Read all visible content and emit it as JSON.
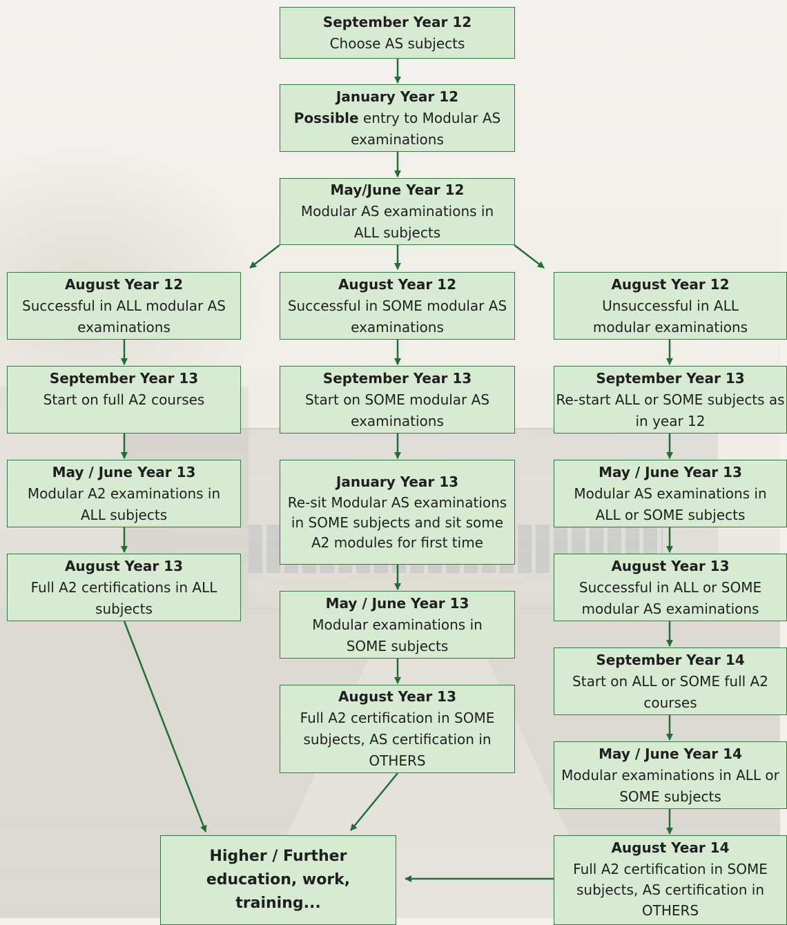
{
  "diagram": {
    "arrow_color": "#1f6e33",
    "box_fill": "#d7ebd3",
    "box_border": "#2c7a3d",
    "nodes": {
      "sep12": {
        "title": "September Year 12",
        "body": "Choose AS subjects"
      },
      "jan12": {
        "title": "January Year 12",
        "body_emph": "Possible",
        "body": " entry to Modular AS examinations"
      },
      "may12": {
        "title": "May/June Year 12",
        "body": "Modular AS examinations in ALL subjects"
      },
      "aug12_all": {
        "title": "August Year 12",
        "body": "Successful in ALL modular AS examinations"
      },
      "aug12_some": {
        "title": "August Year 12",
        "body": "Successful in SOME modular AS examinations"
      },
      "aug12_un": {
        "title": "August Year 12",
        "body": "Unsuccessful in ALL modular examinations"
      },
      "sep13_a": {
        "title": "September Year 13",
        "body": "Start on full A2 courses"
      },
      "sep13_b": {
        "title": "September Year 13",
        "body": "Start on SOME modular AS examinations"
      },
      "sep13_c": {
        "title": "September Year 13",
        "body": "Re-start ALL or SOME subjects as in year 12"
      },
      "may13_a": {
        "title": "May / June Year 13",
        "body": "Modular A2 examinations in ALL subjects"
      },
      "jan13_b": {
        "title": "January Year 13",
        "body": "Re-sit Modular AS examinations in SOME subjects and sit some A2 modules for first time"
      },
      "may13_c": {
        "title": "May / June Year 13",
        "body": "Modular AS examinations in ALL or SOME subjects"
      },
      "aug13_a": {
        "title": "August Year 13",
        "body": "Full A2 certifications in ALL subjects"
      },
      "may13_b": {
        "title": "May / June Year 13",
        "body": "Modular examinations in SOME subjects"
      },
      "aug13_c": {
        "title": "August Year 13",
        "body": "Successful in ALL or SOME modular AS examinations"
      },
      "aug13_b": {
        "title": "August Year 13",
        "body": "Full A2 certification in SOME subjects, AS certification in OTHERS"
      },
      "sep14_c": {
        "title": "September Year 14",
        "body": "Start on ALL or SOME full A2 courses"
      },
      "may14_c": {
        "title": "May / June Year 14",
        "body": "Modular examinations in ALL or SOME subjects"
      },
      "aug14_c": {
        "title": "August Year 14",
        "body": "Full A2 certification in SOME subjects, AS certification in OTHERS"
      },
      "final": {
        "title": "Higher / Further education, work, training..."
      }
    }
  }
}
